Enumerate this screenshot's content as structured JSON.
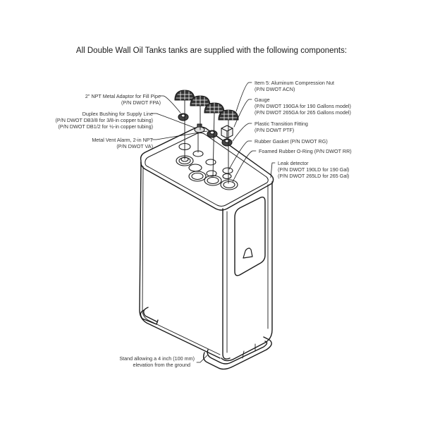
{
  "title": "All Double Wall Oil Tanks tanks are supplied with the following components:",
  "labels_left": [
    {
      "id": "fill-pipe-adaptor",
      "lines": [
        "2\" NPT Metal Adaptor for Fill Pipe",
        "(P/N DWOT FPA)"
      ]
    },
    {
      "id": "duplex-bushing",
      "lines": [
        "Duplex Bushing for Supply Line",
        "(P/N DWOT DB3/8 for 3/8-in copper tubing)",
        "(P/N DWOT DB1/2 for ½-in copper tubing)"
      ]
    },
    {
      "id": "vent-alarm",
      "lines": [
        "Metal Vent Alarm, 2-in NPT",
        "(P/N DWOT VA)"
      ]
    }
  ],
  "labels_right": [
    {
      "id": "compression-nut",
      "lines": [
        "Item 5: Aluminum Compression Nut",
        "(P/N DWOT ACN)"
      ]
    },
    {
      "id": "gauge",
      "lines": [
        "Gauge",
        "(P/N DWOT 190GA for 190 Gallons model)",
        "(P/N DWOT 265GA for 265 Gallons model)"
      ]
    },
    {
      "id": "plastic-fitting",
      "lines": [
        "Plastic Transition Fitting",
        "(P/N DOWT PTF)"
      ]
    },
    {
      "id": "rubber-gasket",
      "lines": [
        "Rubber Gasket (P/N DWOT RG)"
      ]
    },
    {
      "id": "o-ring",
      "lines": [
        "Foamed Rubber O-Ring (P/N DWOT RR)"
      ]
    },
    {
      "id": "leak-detector",
      "lines": [
        "Leak detector",
        "(P/N DWOT 190LD for 190 Gal)",
        "(P/N DWOT 265LD for 265 Gal)"
      ]
    }
  ],
  "labels_bottom": [
    {
      "id": "stand",
      "lines": [
        "Stand allowing a 4 inch (100 mm)",
        "elevation from the ground"
      ]
    }
  ],
  "colors": {
    "line": "#1a1a1a",
    "text": "#333333",
    "background": "#ffffff"
  }
}
